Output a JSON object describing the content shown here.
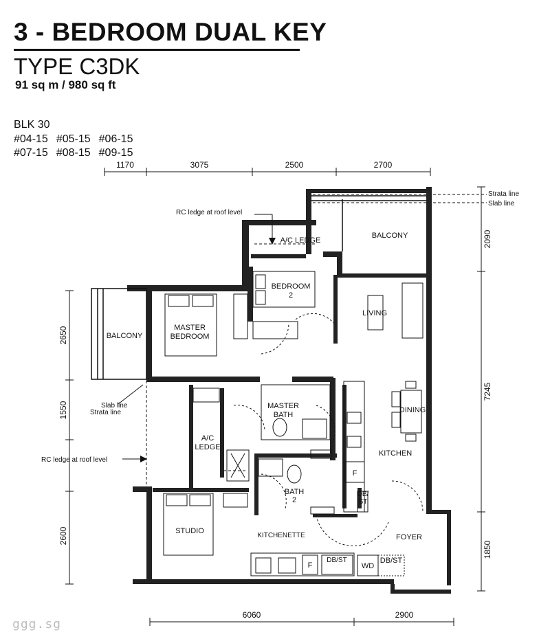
{
  "header": {
    "title": "3 - BEDROOM DUAL KEY",
    "type": "TYPE C3DK",
    "area": "91 sq m / 980 sq ft",
    "block": "BLK 30",
    "units_row1": [
      "#04-15",
      "#05-15",
      "#06-15"
    ],
    "units_row2": [
      "#07-15",
      "#08-15",
      "#09-15"
    ]
  },
  "dimensions": {
    "top": [
      "1170",
      "3075",
      "2500",
      "2700"
    ],
    "bottom": [
      "6060",
      "2900"
    ],
    "right": [
      "2090",
      "7245",
      "1850"
    ],
    "left": [
      "2650",
      "1550",
      "2600"
    ]
  },
  "rooms": {
    "ac_ledge_top": "A/C LEDGE",
    "balcony_top": "BALCONY",
    "bedroom2": [
      "BEDROOM",
      "2"
    ],
    "living": "LIVING",
    "balcony_left": "BALCONY",
    "master_bedroom": [
      "MASTER",
      "BEDROOM"
    ],
    "master_bath": [
      "MASTER",
      "BATH"
    ],
    "dining": "DINING",
    "ac_ledge_mid": [
      "A/C",
      "LEDGE"
    ],
    "kitchen": "KITCHEN",
    "bath2": [
      "BATH",
      "2"
    ],
    "studio": "STUDIO",
    "kitchenette": "KITCHENETTE",
    "foyer": "FOYER"
  },
  "fixtures": {
    "fridge": "F",
    "dbst": "DB/ST",
    "wd": "WD",
    "dbst_stack": [
      "DB/",
      "ST"
    ]
  },
  "notes": {
    "strata_line": "Strata line",
    "slab_line": "Slab line",
    "rc_ledge": "RC ledge at roof level"
  },
  "watermark": "ggg.sg"
}
